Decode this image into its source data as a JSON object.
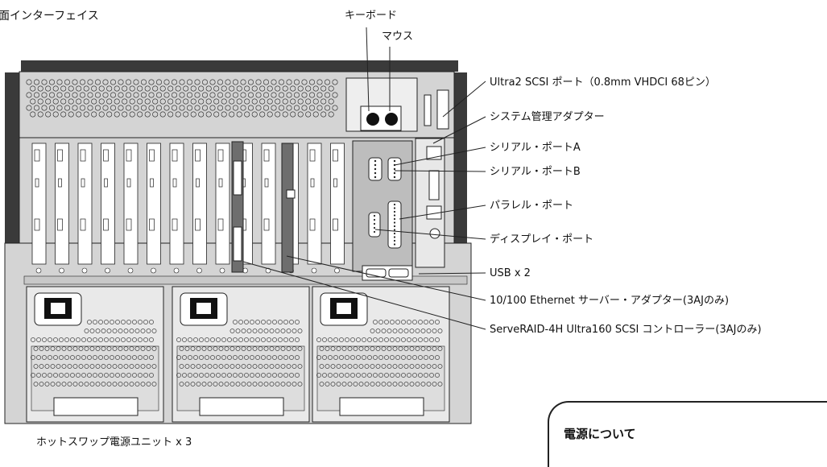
{
  "title": "面インターフェイス",
  "labels": {
    "keyboard": "キーボード",
    "mouse": "マウス",
    "scsi_port": "Ultra2 SCSI ポート（0.8mm VHDCI 68ピン）",
    "sys_mgmt": "システム管理アダプター",
    "serial_a": "シリアル・ポートA",
    "serial_b": "シリアル・ポートB",
    "parallel": "パラレル・ポート",
    "display": "ディスプレイ・ポート",
    "usb": "USB x 2",
    "ethernet": "10/100 Ethernet サーバー・アダプター(3AJのみ)",
    "serveraid": "ServeRAID-4H Ultra160 SCSI コントローラー(3AJのみ)",
    "psu": "ホットスワップ電源ユニット x 3"
  },
  "note": {
    "title": "電源について"
  },
  "colors": {
    "chassis_dark": "#3a3a3a",
    "chassis_light": "#d4d4d4",
    "panel_mid": "#bdbdbd",
    "card_dark": "#6e6e6e"
  }
}
